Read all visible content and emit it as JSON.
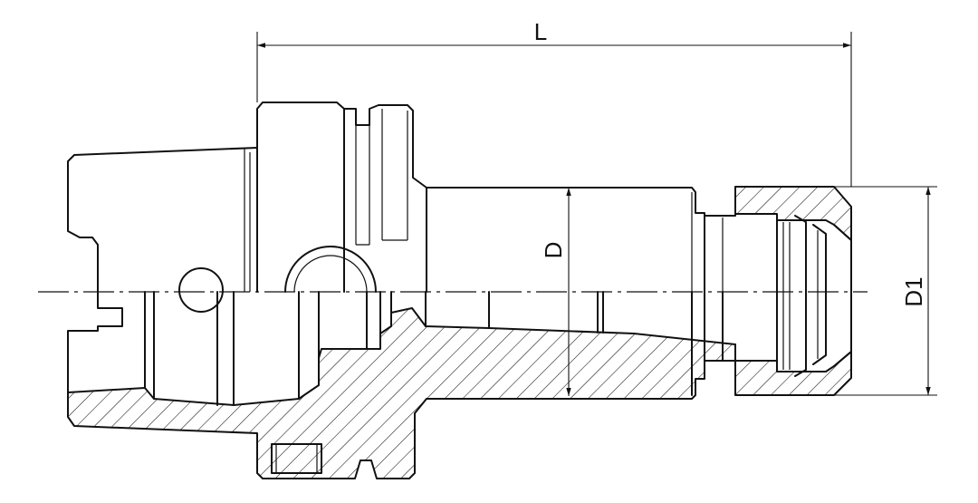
{
  "dimensions": {
    "length": "L",
    "shank_diameter": "D",
    "nut_diameter": "D1"
  },
  "colors": {
    "line": "#111111",
    "background": "#ffffff"
  }
}
